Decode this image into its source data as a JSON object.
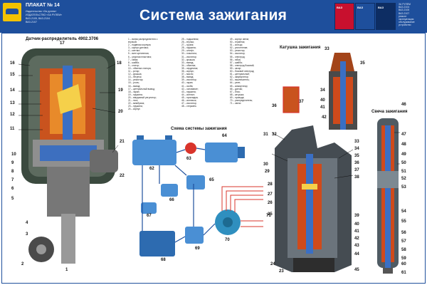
{
  "header": {
    "plakat": "ПЛАКАТ № 14",
    "publisher_lines": [
      "Издательство «За рулем»",
      "ИЗДАТЕЛЬСТВО «ЗА РУЛЕМ»",
      "ВАЗ-2105, ВАЗ-2104",
      "ВАЗ-2107"
    ],
    "title": "Система зажигания",
    "books": [
      {
        "label": "ВАЗ",
        "color": "#c8102e"
      },
      {
        "label": "ВАЗ",
        "color": "#1e4f9c"
      },
      {
        "label": "ВАЗ",
        "color": "#0d2d63"
      }
    ],
    "right_lines": [
      "ЗА РУЛЕМ",
      "ВАЗ-2104",
      "ВАЗ-2105",
      "ВАЗ-2107",
      "ремонт",
      "эксплуатация",
      "обслуживание",
      "устройство"
    ]
  },
  "sections": {
    "distributor": "Датчик-распределитель 4902.3706",
    "scheme": "Схема системы зажигания",
    "coil": "Катушка зажигания",
    "plug": "Свеча зажигания"
  },
  "legend_col1": [
    "1 – валик распределителя с",
    "   втулкой;",
    "2 – подвеска корпуса;",
    "3 – корпус датчика;",
    "4 – контакт;",
    "5 – винт крепления;",
    "6 – упорная пластина;",
    "7 – гайка;",
    "8 – шайба;",
    "9 – статор;",
    "10 – обмотка статора;",
    "11 – ротор;",
    "12 – крышка;",
    "13 – бегунок;",
    "14 – резистор;",
    "15 – уголь;",
    "16 – вывод;",
    "17 – центральный вывод;",
    "18 – экран;",
    "19 – пружина;",
    "20 – вакуумный регулятор;",
    "21 – тяга;",
    "22 – мембрана;",
    "23 – пружина;",
    "24 – корпус"
  ],
  "legend_col2": [
    "25 – подшипник;",
    "26 – втулка;",
    "27 – грузик;",
    "28 – пружина;",
    "29 – штифт;",
    "30 – пластина;",
    "31 – изолятор;",
    "32 – крышка;",
    "33 – вывод;",
    "34 – обмотка;",
    "35 – сердечник;",
    "36 – корпус;",
    "37 – масло;",
    "38 – вывод;",
    "39 – изолятор;",
    "40 – экран;",
    "41 – скоба;",
    "42 – основание;",
    "43 – пружина;",
    "44 – контакт;",
    "45 – прокладка;",
    "46 – колпачок;",
    "47 – изолятор;",
    "48 – стержень"
  ],
  "legend_col3": [
    "49 – корпус свечи;",
    "50 – герметик;",
    "51 – кольцо;",
    "52 – уплотнение;",
    "53 – резистор;",
    "54 – изолятор;",
    "55 – электрод;",
    "56 – юбка;",
    "57 – шайба;",
    "58 – электрод боковой;",
    "59 – зазор;",
    "60 – боковой электрод;",
    "61 – центральный;",
    "62 – аккумулятор;",
    "63 – выключатель;",
    "64 – реле;",
    "65 – коммутатор;",
    "66 – датчик;",
    "67 – блок;",
    "68 – катушка;",
    "69 – провода;",
    "70 – распределитель;",
    "71 – свечи"
  ],
  "callouts": {
    "d_left": [
      "16",
      "15",
      "14",
      "13",
      "12",
      "11",
      "10",
      "9",
      "8",
      "7",
      "6",
      "5",
      "4",
      "3",
      "2"
    ],
    "d_right": [
      "17",
      "18",
      "19",
      "20",
      "21",
      "22"
    ],
    "d_bottom": "1",
    "scheme": [
      "62",
      "63",
      "64",
      "65",
      "66",
      "67",
      "68",
      "69",
      "70",
      "71"
    ],
    "coil_small_left": [
      "34",
      "40",
      "41",
      "42",
      "36",
      "37"
    ],
    "coil_small_top": "33",
    "coil_small_right": "35",
    "coil_big_left": [
      "31",
      "32",
      "30",
      "29",
      "28",
      "27",
      "26",
      "25",
      "24",
      "23"
    ],
    "coil_big_right": [
      "33",
      "34",
      "35",
      "36",
      "37",
      "38",
      "39",
      "40",
      "41",
      "42",
      "43",
      "44",
      "45"
    ],
    "plug": [
      "46",
      "47",
      "48",
      "49",
      "50",
      "51",
      "52",
      "53",
      "54",
      "55",
      "56",
      "57",
      "58",
      "59",
      "60",
      "61"
    ]
  }
}
